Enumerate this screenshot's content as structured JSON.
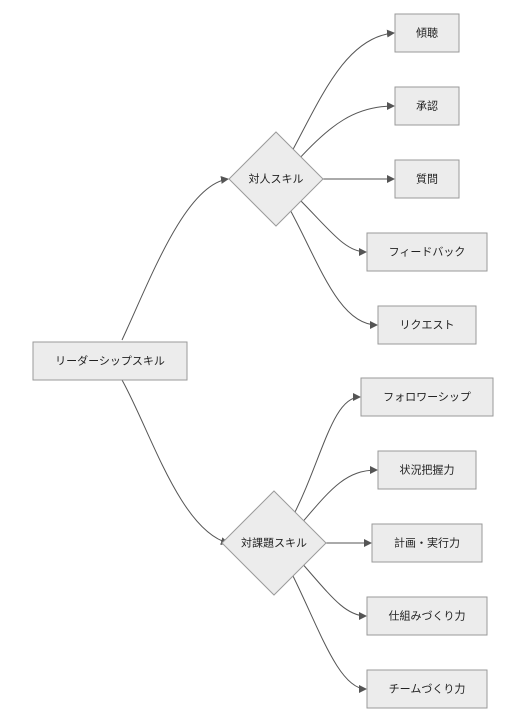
{
  "diagram": {
    "root": {
      "label": "リーダーシップスキル"
    },
    "branches": [
      {
        "label": "対人スキル",
        "children": [
          {
            "label": "傾聴"
          },
          {
            "label": "承認"
          },
          {
            "label": "質問"
          },
          {
            "label": "フィードバック"
          },
          {
            "label": "リクエスト"
          }
        ]
      },
      {
        "label": "対課題スキル",
        "children": [
          {
            "label": "フォロワーシップ"
          },
          {
            "label": "状況把握力"
          },
          {
            "label": "計画・実行力"
          },
          {
            "label": "仕組みづくり力"
          },
          {
            "label": "チームづくり力"
          }
        ]
      }
    ],
    "colors": {
      "node_fill": "#ececec",
      "node_border": "#9a9a9a",
      "edge": "#555555"
    }
  }
}
